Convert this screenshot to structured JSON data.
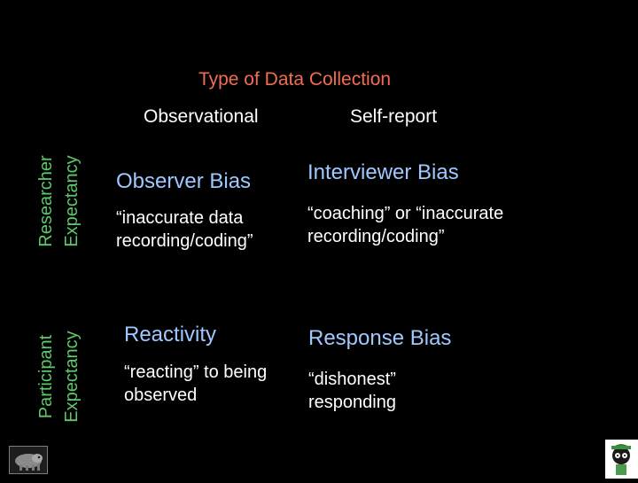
{
  "slide": {
    "title": "Type of Data Collection",
    "columns": {
      "observational": "Observational",
      "self_report": "Self-report"
    },
    "rows": {
      "researcher": "Researcher\nExpectancy",
      "participant": "Participant\nExpectancy"
    },
    "cells": {
      "observer_bias": {
        "heading": "Observer Bias",
        "description": "“inaccurate data recording/coding”"
      },
      "interviewer_bias": {
        "heading": "Interviewer Bias",
        "description": "“coaching” or “inaccurate recording/coding”"
      },
      "reactivity": {
        "heading": "Reactivity",
        "description": "“reacting” to being observed"
      },
      "response_bias": {
        "heading": "Response Bias",
        "description": "“dishonest” responding"
      }
    },
    "logos": {
      "left_icon": "hippo-icon",
      "right_icon": "cartoon-character-icon"
    }
  }
}
